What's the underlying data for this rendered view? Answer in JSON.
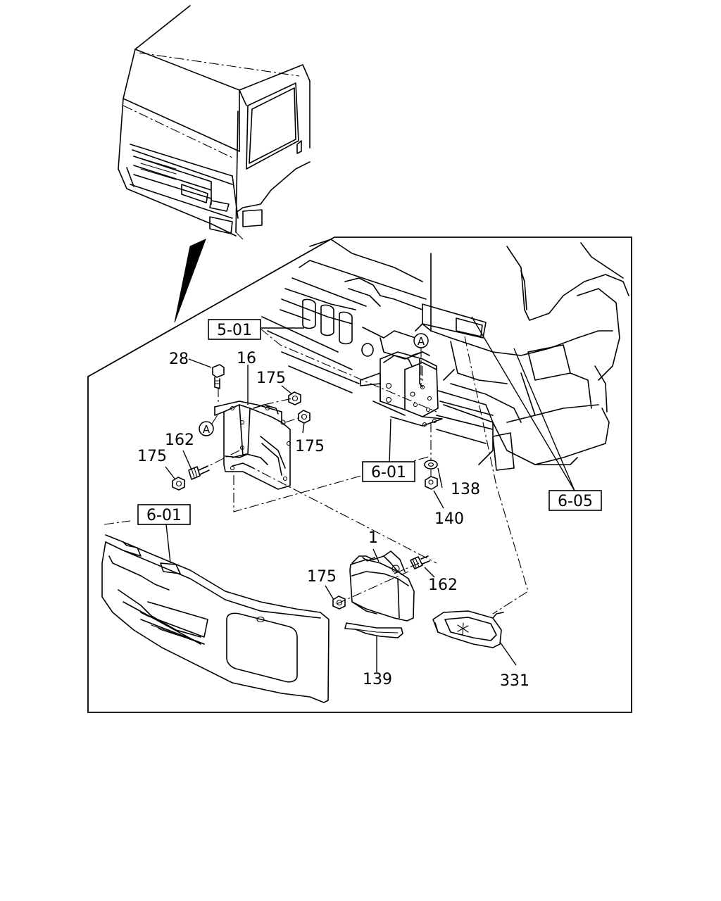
{
  "diagram": {
    "ref_boxes": [
      "5-01",
      "6-01",
      "6-01",
      "6-05"
    ],
    "circle_markers": [
      "A",
      "A"
    ],
    "callouts": [
      "28",
      "16",
      "175",
      "175",
      "175",
      "162",
      "175",
      "138",
      "140",
      "1",
      "162",
      "175",
      "139",
      "331"
    ]
  }
}
